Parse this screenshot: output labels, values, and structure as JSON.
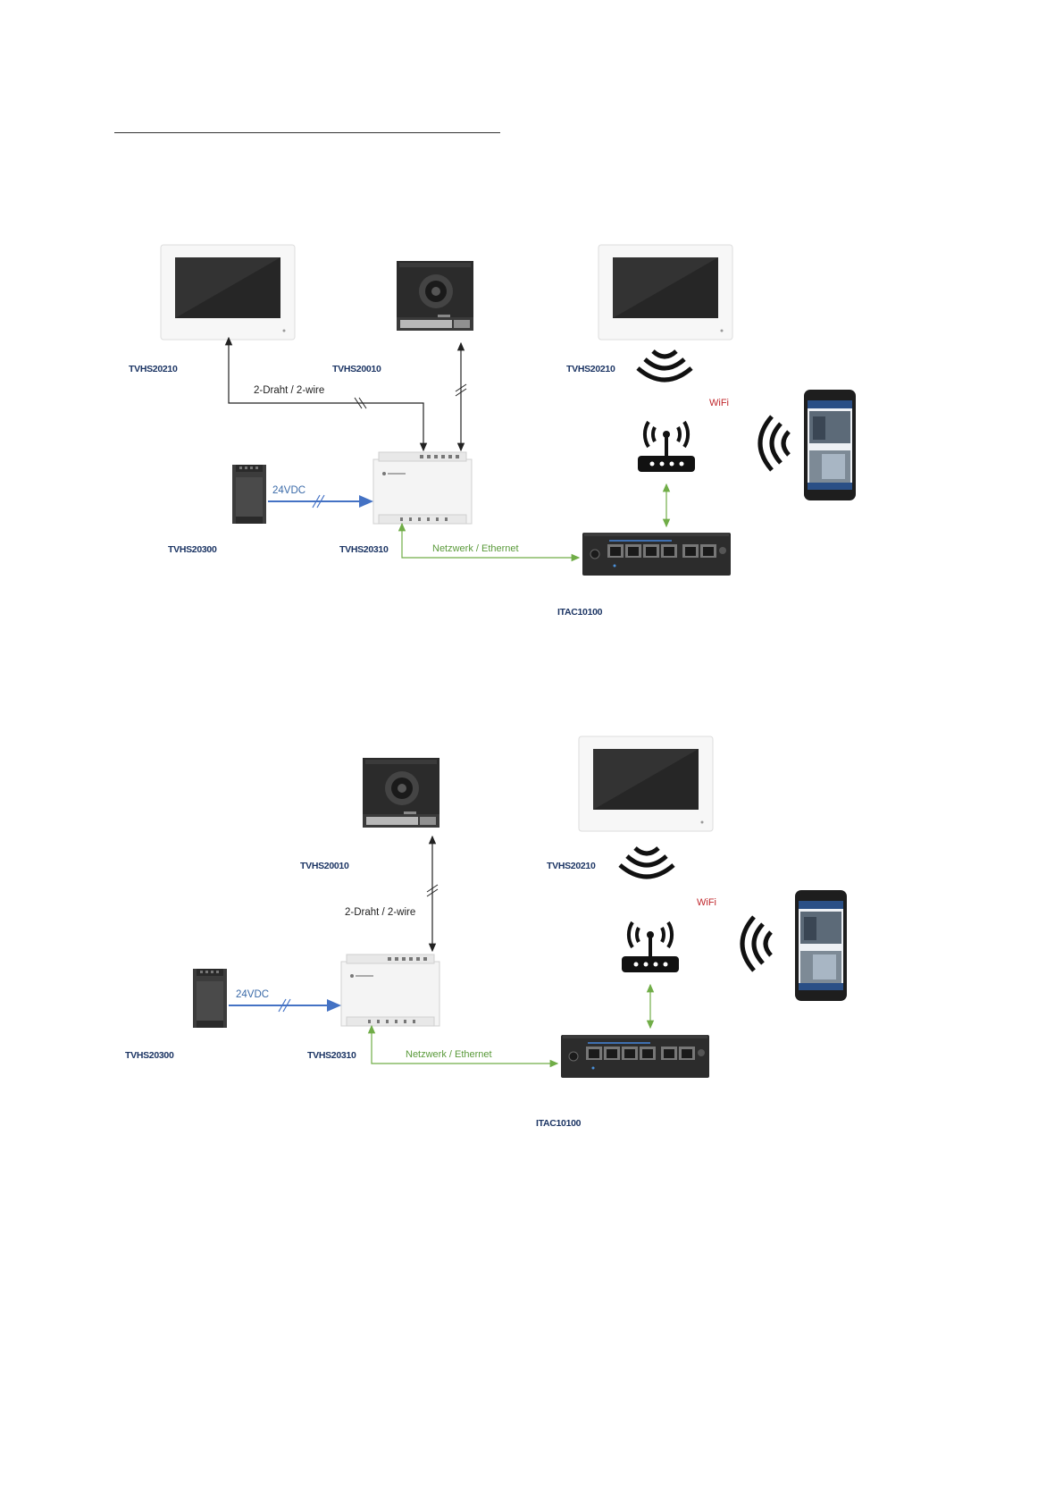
{
  "diagram1": {
    "monitor_left_label": "TVHS20210",
    "door_station_label": "TVHS20010",
    "monitor_right_label": "TVHS20210",
    "power_supply_label": "TVHS20300",
    "controller_label": "TVHS20310",
    "switch_label": "ITAC10100",
    "two_wire_label": "2-Draht / 2-wire",
    "voltage_label": "24VDC",
    "ethernet_label": "Netzwerk / Ethernet",
    "wifi_label": "WiFi"
  },
  "diagram2": {
    "door_station_label": "TVHS20010",
    "monitor_label": "TVHS20210",
    "power_supply_label": "TVHS20300",
    "controller_label": "TVHS20310",
    "switch_label": "ITAC10100",
    "two_wire_label": "2-Draht / 2-wire",
    "voltage_label": "24VDC",
    "ethernet_label": "Netzwerk / Ethernet",
    "wifi_label": "WiFi"
  },
  "colors": {
    "label": "#1c3564",
    "power_line": "#4472c4",
    "ethernet_line": "#70ad47",
    "wifi_text": "#c0282d",
    "wire": "#222222"
  },
  "icons": [
    "monitor-icon",
    "door-station-icon",
    "power-supply-icon",
    "controller-icon",
    "network-switch-icon",
    "router-icon",
    "smartphone-icon",
    "wifi-waves-icon"
  ]
}
